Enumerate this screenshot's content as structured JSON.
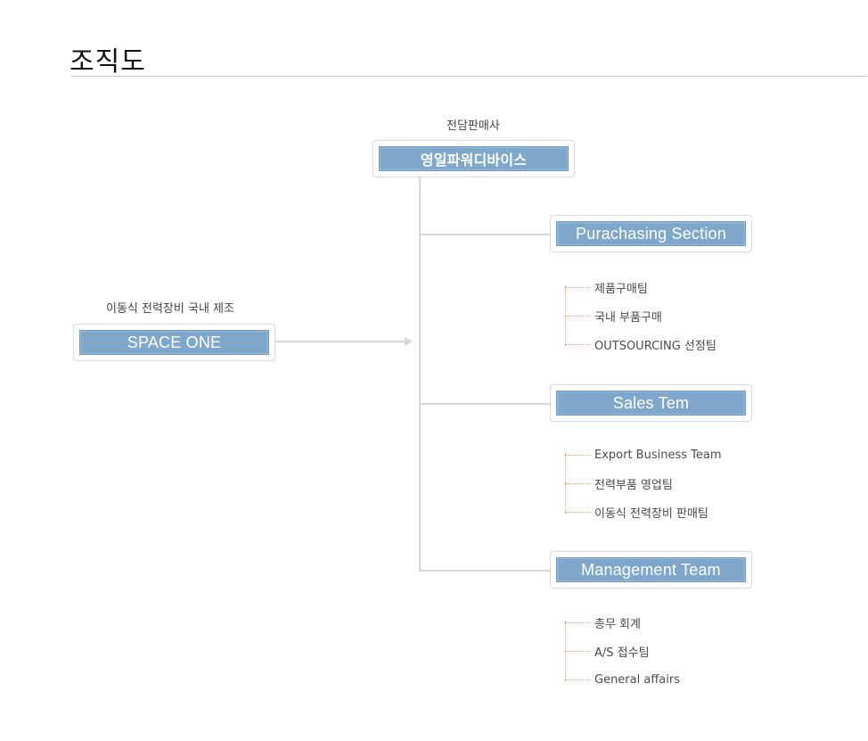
{
  "page": {
    "title": "조직도"
  },
  "colors": {
    "node_fill": "#7ea7cb",
    "connector": "#d6d6d6",
    "sub_dots": "#f0a070"
  },
  "diagram": {
    "left_node": {
      "caption": "이동식 전력장비 국내 제조",
      "label": "SPACE ONE"
    },
    "top_node": {
      "caption": "전담판매사",
      "label": "영일파워디바이스"
    },
    "sections": [
      {
        "label": "Purachasing Section",
        "items": [
          "제품구매팀",
          "국내 부품구매",
          "OUTSOURCING 선정팀"
        ]
      },
      {
        "label": "Sales Tem",
        "items": [
          "Export Business Team",
          "전력부품 영업팀",
          "이동식 전력장비 판매팀"
        ]
      },
      {
        "label": "Management Team",
        "items": [
          "총무 회계",
          "A/S 접수팀",
          "General affairs"
        ]
      }
    ]
  }
}
